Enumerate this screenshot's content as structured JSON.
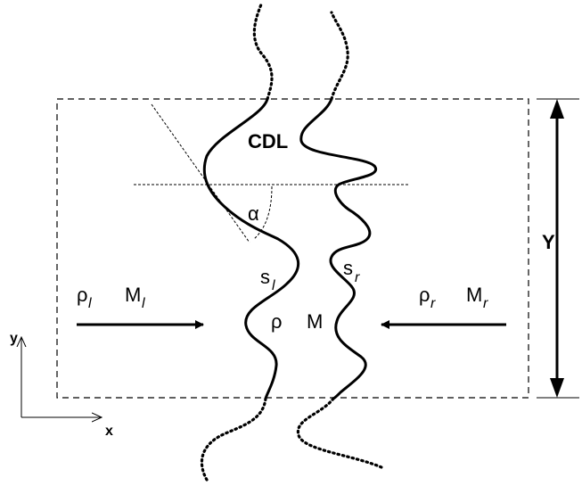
{
  "labels": {
    "cdl": "CDL",
    "alpha": "α",
    "dimension": "Y",
    "s_left": "s",
    "s_left_sub": "l",
    "s_right": "s",
    "s_right_sub": "r",
    "rho_center": "ρ",
    "m_center": "M",
    "rho_left": "ρ",
    "rho_left_sub": "l",
    "m_left": "M",
    "m_left_sub": "l",
    "rho_right": "ρ",
    "rho_right_sub": "r",
    "m_right": "M",
    "m_right_sub": "r",
    "axis_x": "x",
    "axis_y": "y"
  }
}
